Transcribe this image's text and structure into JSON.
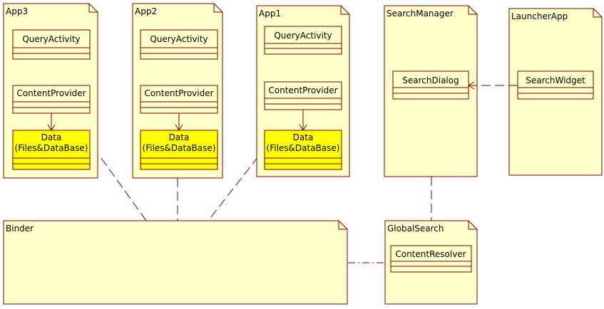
{
  "packages": {
    "app3": "App3",
    "app2": "App2",
    "app1": "App1",
    "search_manager": "SearchManager",
    "launcher_app": "LauncherApp",
    "binder": "Binder",
    "global_search": "GlobalSearch"
  },
  "classes": {
    "query_activity": "QueryActivity",
    "content_provider": "ContentProvider",
    "data_line1": "Data",
    "data_line2": "(Files&DataBase)",
    "search_dialog": "SearchDialog",
    "search_widget": "SearchWidget",
    "content_resolver": "ContentResolver"
  }
}
